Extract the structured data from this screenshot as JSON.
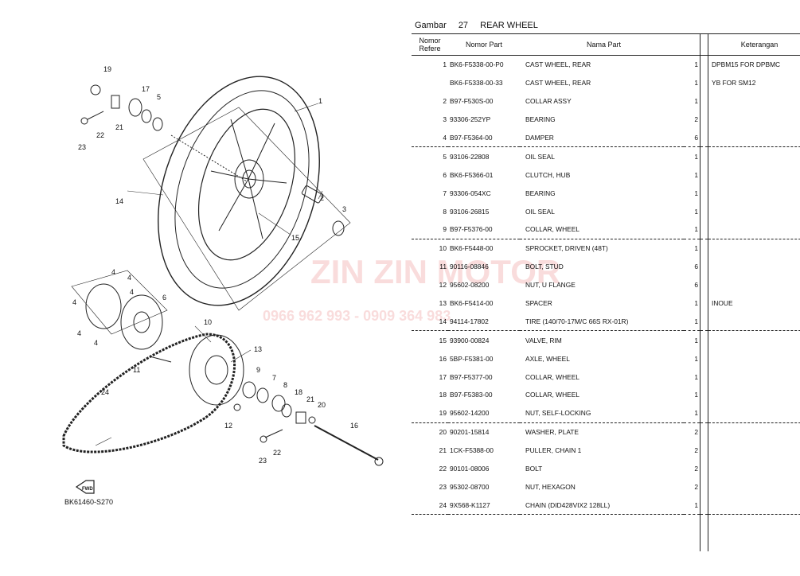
{
  "header": {
    "gambar_label": "Gambar",
    "figure_number": "27",
    "figure_title": "REAR WHEEL"
  },
  "columns": {
    "ref": "Nomor Refere",
    "part_number": "Nomor Part",
    "part_name": "Nama Part",
    "qty": "",
    "remarks": "Keterangan"
  },
  "parts": [
    {
      "ref": "1",
      "part_number": "BK6-F5338-00-P0",
      "name": "CAST WHEEL, REAR",
      "qty": "1",
      "remarks": "DPBM15 FOR DPBMC"
    },
    {
      "ref": "",
      "part_number": "BK6-F5338-00-33",
      "name": "CAST WHEEL, REAR",
      "qty": "1",
      "remarks": "YB FOR SM12"
    },
    {
      "ref": "2",
      "part_number": "B97-F530S-00",
      "name": "COLLAR ASSY",
      "qty": "1",
      "remarks": ""
    },
    {
      "ref": "3",
      "part_number": "93306-252YP",
      "name": "BEARING",
      "qty": "2",
      "remarks": ""
    },
    {
      "ref": "4",
      "part_number": "B97-F5364-00",
      "name": "DAMPER",
      "qty": "6",
      "remarks": ""
    },
    {
      "ref": "5",
      "part_number": "93106-22808",
      "name": "OIL SEAL",
      "qty": "1",
      "remarks": ""
    },
    {
      "ref": "6",
      "part_number": "BK6-F5366-01",
      "name": "CLUTCH, HUB",
      "qty": "1",
      "remarks": ""
    },
    {
      "ref": "7",
      "part_number": "93306-054XC",
      "name": "BEARING",
      "qty": "1",
      "remarks": ""
    },
    {
      "ref": "8",
      "part_number": "93106-26815",
      "name": "OIL SEAL",
      "qty": "1",
      "remarks": ""
    },
    {
      "ref": "9",
      "part_number": "B97-F5376-00",
      "name": "COLLAR, WHEEL",
      "qty": "1",
      "remarks": ""
    },
    {
      "ref": "10",
      "part_number": "BK6-F5448-00",
      "name": "SPROCKET, DRIVEN (48T)",
      "qty": "1",
      "remarks": ""
    },
    {
      "ref": "11",
      "part_number": "90116-08846",
      "name": "BOLT, STUD",
      "qty": "6",
      "remarks": ""
    },
    {
      "ref": "12",
      "part_number": "95602-08200",
      "name": "NUT, U FLANGE",
      "qty": "6",
      "remarks": ""
    },
    {
      "ref": "13",
      "part_number": "BK6-F5414-00",
      "name": "SPACER",
      "qty": "1",
      "remarks": "INOUE"
    },
    {
      "ref": "14",
      "part_number": "94114-17802",
      "name": "TIRE (140/70-17M/C 66S RX-01R)",
      "qty": "1",
      "remarks": ""
    },
    {
      "ref": "15",
      "part_number": "93900-00824",
      "name": "VALVE, RIM",
      "qty": "1",
      "remarks": ""
    },
    {
      "ref": "16",
      "part_number": "5BP-F5381-00",
      "name": "AXLE, WHEEL",
      "qty": "1",
      "remarks": ""
    },
    {
      "ref": "17",
      "part_number": "B97-F5377-00",
      "name": "COLLAR, WHEEL",
      "qty": "1",
      "remarks": ""
    },
    {
      "ref": "18",
      "part_number": "B97-F5383-00",
      "name": "COLLAR, WHEEL",
      "qty": "1",
      "remarks": ""
    },
    {
      "ref": "19",
      "part_number": "95602-14200",
      "name": "NUT, SELF-LOCKING",
      "qty": "1",
      "remarks": ""
    },
    {
      "ref": "20",
      "part_number": "90201-15814",
      "name": "WASHER, PLATE",
      "qty": "2",
      "remarks": ""
    },
    {
      "ref": "21",
      "part_number": "1CK-F5388-00",
      "name": "PULLER, CHAIN 1",
      "qty": "2",
      "remarks": ""
    },
    {
      "ref": "22",
      "part_number": "90101-08006",
      "name": "BOLT",
      "qty": "2",
      "remarks": ""
    },
    {
      "ref": "23",
      "part_number": "95302-08700",
      "name": "NUT, HEXAGON",
      "qty": "2",
      "remarks": ""
    },
    {
      "ref": "24",
      "part_number": "9X568-K1127",
      "name": "CHAIN (DID428VIX2 128LL)",
      "qty": "1",
      "remarks": ""
    }
  ],
  "diagram": {
    "code": "BK61460-S270",
    "fwd_label": "FWD",
    "callouts": [
      "1",
      "2",
      "3",
      "4",
      "4",
      "4",
      "4",
      "4",
      "4",
      "5",
      "6",
      "7",
      "8",
      "9",
      "10",
      "11",
      "12",
      "13",
      "14",
      "15",
      "16",
      "17",
      "18",
      "19",
      "20",
      "21",
      "21",
      "22",
      "22",
      "23",
      "23",
      "24"
    ]
  },
  "watermark": {
    "brand": "ZIN ZIN MOTOR",
    "phone": "0966 962 993 - 0909 364 983"
  }
}
